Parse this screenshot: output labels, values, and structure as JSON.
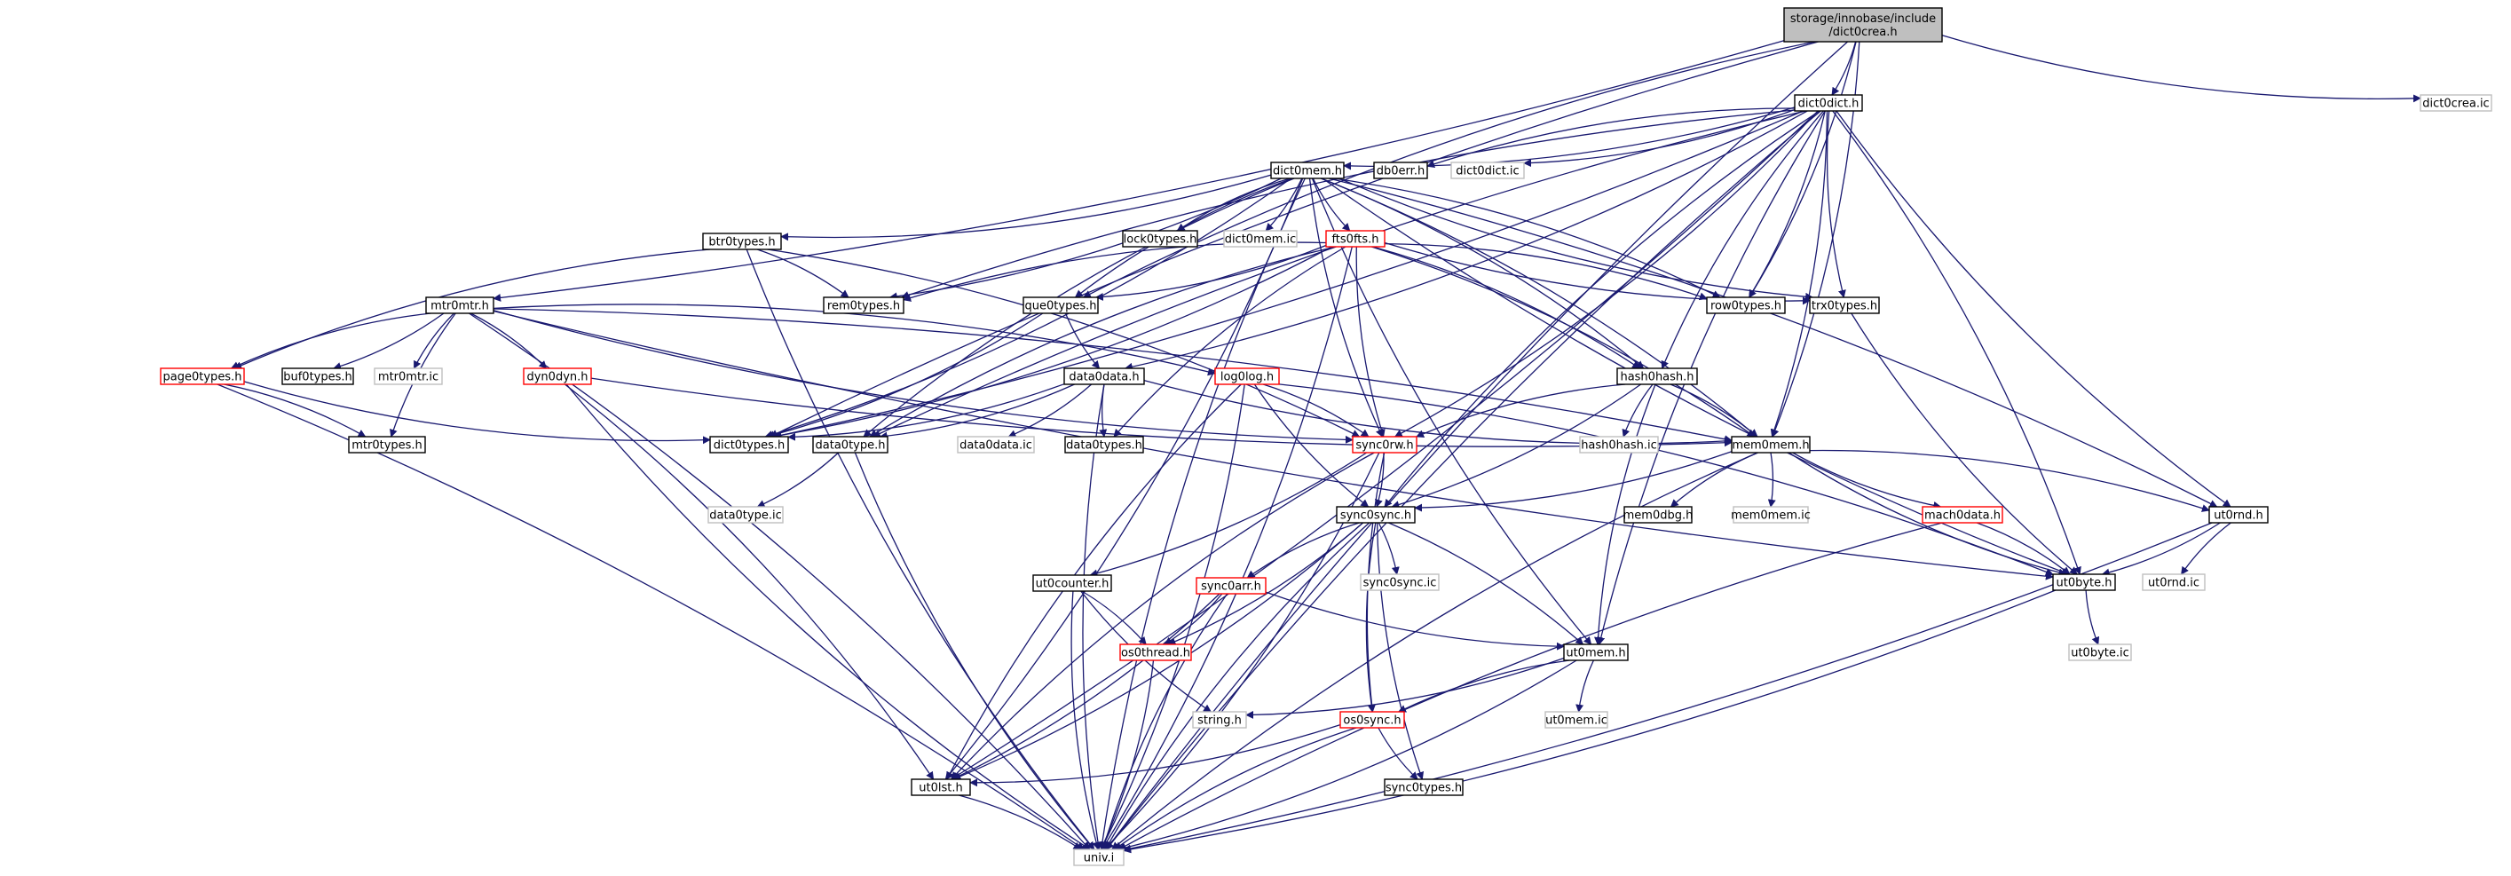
{
  "graph": {
    "colors": {
      "edge": "#191970",
      "border_normal": "#000000",
      "border_red": "#ff0000",
      "border_gray": "#bfbfbf",
      "root_fill": "#bfbfbf",
      "fill": "#ffffff"
    },
    "nodes": [
      {
        "id": "root",
        "label": [
          "storage/innobase/include",
          "/dict0crea.h"
        ],
        "style": "root"
      },
      {
        "id": "dict0dict",
        "label": "dict0dict.h",
        "style": "normal"
      },
      {
        "id": "dict0crea_ic",
        "label": "dict0crea.ic",
        "style": "gray"
      },
      {
        "id": "dict0mem",
        "label": "dict0mem.h",
        "style": "normal"
      },
      {
        "id": "db0err",
        "label": "db0err.h",
        "style": "normal"
      },
      {
        "id": "dict0dict_ic",
        "label": "dict0dict.ic",
        "style": "gray"
      },
      {
        "id": "btr0types",
        "label": "btr0types.h",
        "style": "normal"
      },
      {
        "id": "lock0types",
        "label": "lock0types.h",
        "style": "normal"
      },
      {
        "id": "dict0mem_ic",
        "label": "dict0mem.ic",
        "style": "gray"
      },
      {
        "id": "fts0fts",
        "label": "fts0fts.h",
        "style": "red"
      },
      {
        "id": "mtr0mtr",
        "label": "mtr0mtr.h",
        "style": "normal"
      },
      {
        "id": "rem0types",
        "label": "rem0types.h",
        "style": "normal"
      },
      {
        "id": "que0types",
        "label": "que0types.h",
        "style": "normal"
      },
      {
        "id": "row0types",
        "label": "row0types.h",
        "style": "normal"
      },
      {
        "id": "trx0types",
        "label": "trx0types.h",
        "style": "normal"
      },
      {
        "id": "page0types",
        "label": "page0types.h",
        "style": "red"
      },
      {
        "id": "buf0types",
        "label": "buf0types.h",
        "style": "normal"
      },
      {
        "id": "mtr0mtr_ic",
        "label": "mtr0mtr.ic",
        "style": "gray"
      },
      {
        "id": "dyn0dyn",
        "label": "dyn0dyn.h",
        "style": "red"
      },
      {
        "id": "data0data",
        "label": "data0data.h",
        "style": "normal"
      },
      {
        "id": "log0log",
        "label": "log0log.h",
        "style": "red"
      },
      {
        "id": "hash0hash",
        "label": "hash0hash.h",
        "style": "normal"
      },
      {
        "id": "mtr0types",
        "label": "mtr0types.h",
        "style": "normal"
      },
      {
        "id": "dict0types",
        "label": "dict0types.h",
        "style": "normal"
      },
      {
        "id": "data0type",
        "label": "data0type.h",
        "style": "normal"
      },
      {
        "id": "data0data_ic",
        "label": "data0data.ic",
        "style": "gray"
      },
      {
        "id": "data0types",
        "label": "data0types.h",
        "style": "normal"
      },
      {
        "id": "sync0rw",
        "label": "sync0rw.h",
        "style": "red"
      },
      {
        "id": "hash0hash_ic",
        "label": "hash0hash.ic",
        "style": "gray"
      },
      {
        "id": "mem0mem",
        "label": "mem0mem.h",
        "style": "normal"
      },
      {
        "id": "data0type_ic",
        "label": "data0type.ic",
        "style": "gray"
      },
      {
        "id": "sync0sync",
        "label": "sync0sync.h",
        "style": "normal"
      },
      {
        "id": "mem0dbg",
        "label": "mem0dbg.h",
        "style": "normal"
      },
      {
        "id": "mem0mem_ic",
        "label": "mem0mem.ic",
        "style": "gray"
      },
      {
        "id": "mach0data",
        "label": "mach0data.h",
        "style": "red"
      },
      {
        "id": "ut0rnd",
        "label": "ut0rnd.h",
        "style": "normal"
      },
      {
        "id": "sync0sync_ic",
        "label": "sync0sync.ic",
        "style": "gray"
      },
      {
        "id": "ut0byte",
        "label": "ut0byte.h",
        "style": "normal"
      },
      {
        "id": "ut0rnd_ic",
        "label": "ut0rnd.ic",
        "style": "gray"
      },
      {
        "id": "ut0counter",
        "label": "ut0counter.h",
        "style": "normal"
      },
      {
        "id": "sync0arr",
        "label": "sync0arr.h",
        "style": "red"
      },
      {
        "id": "os0thread",
        "label": "os0thread.h",
        "style": "red"
      },
      {
        "id": "ut0mem",
        "label": "ut0mem.h",
        "style": "normal"
      },
      {
        "id": "ut0byte_ic",
        "label": "ut0byte.ic",
        "style": "gray"
      },
      {
        "id": "string",
        "label": "string.h",
        "style": "gray"
      },
      {
        "id": "ut0mem_ic",
        "label": "ut0mem.ic",
        "style": "gray"
      },
      {
        "id": "os0sync",
        "label": "os0sync.h",
        "style": "red"
      },
      {
        "id": "ut0lst",
        "label": "ut0lst.h",
        "style": "normal"
      },
      {
        "id": "sync0types",
        "label": "sync0types.h",
        "style": "normal"
      },
      {
        "id": "univ",
        "label": "univ.i",
        "style": "gray"
      }
    ],
    "edges": [
      [
        "root",
        "dict0dict"
      ],
      [
        "root",
        "dict0crea_ic"
      ],
      [
        "root",
        "mtr0mtr"
      ],
      [
        "root",
        "que0types"
      ],
      [
        "root",
        "row0types"
      ],
      [
        "root",
        "dict0types"
      ],
      [
        "root",
        "mem0mem"
      ],
      [
        "root",
        "univ"
      ],
      [
        "dict0dict",
        "dict0mem"
      ],
      [
        "dict0dict",
        "db0err"
      ],
      [
        "dict0dict",
        "dict0dict_ic"
      ],
      [
        "dict0dict",
        "rem0types"
      ],
      [
        "dict0dict",
        "row0types"
      ],
      [
        "dict0dict",
        "trx0types"
      ],
      [
        "dict0dict",
        "data0data"
      ],
      [
        "dict0dict",
        "hash0hash"
      ],
      [
        "dict0dict",
        "sync0rw"
      ],
      [
        "dict0dict",
        "sync0sync"
      ],
      [
        "dict0dict",
        "mem0mem"
      ],
      [
        "dict0dict",
        "ut0rnd"
      ],
      [
        "dict0dict",
        "ut0byte"
      ],
      [
        "dict0dict",
        "ut0mem"
      ],
      [
        "dict0dict",
        "dict0types"
      ],
      [
        "dict0dict",
        "data0type"
      ],
      [
        "dict0dict",
        "ut0lst"
      ],
      [
        "dict0dict",
        "univ"
      ],
      [
        "dict0mem",
        "btr0types"
      ],
      [
        "dict0mem",
        "lock0types"
      ],
      [
        "dict0mem",
        "dict0mem_ic"
      ],
      [
        "dict0mem",
        "fts0fts"
      ],
      [
        "dict0mem",
        "rem0types"
      ],
      [
        "dict0mem",
        "que0types"
      ],
      [
        "dict0mem",
        "row0types"
      ],
      [
        "dict0mem",
        "trx0types"
      ],
      [
        "dict0mem",
        "hash0hash"
      ],
      [
        "dict0mem",
        "sync0rw"
      ],
      [
        "dict0mem",
        "mem0mem"
      ],
      [
        "dict0mem",
        "ut0byte"
      ],
      [
        "dict0mem",
        "ut0rnd"
      ],
      [
        "dict0mem",
        "ut0mem"
      ],
      [
        "dict0mem",
        "dict0types"
      ],
      [
        "dict0mem",
        "data0type"
      ],
      [
        "dict0mem",
        "ut0lst"
      ],
      [
        "dict0mem",
        "univ"
      ],
      [
        "btr0types",
        "rem0types"
      ],
      [
        "btr0types",
        "page0types"
      ],
      [
        "btr0types",
        "sync0rw"
      ],
      [
        "btr0types",
        "univ"
      ],
      [
        "fts0fts",
        "que0types"
      ],
      [
        "fts0fts",
        "rem0types"
      ],
      [
        "fts0fts",
        "row0types"
      ],
      [
        "fts0fts",
        "trx0types"
      ],
      [
        "fts0fts",
        "hash0hash"
      ],
      [
        "fts0fts",
        "data0types"
      ],
      [
        "fts0fts",
        "mem0mem"
      ],
      [
        "fts0fts",
        "sync0rw"
      ],
      [
        "fts0fts",
        "dict0types"
      ],
      [
        "fts0fts",
        "data0type"
      ],
      [
        "fts0fts",
        "univ"
      ],
      [
        "mtr0mtr",
        "page0types"
      ],
      [
        "mtr0mtr",
        "buf0types"
      ],
      [
        "mtr0mtr",
        "mtr0mtr_ic"
      ],
      [
        "mtr0mtr",
        "dyn0dyn"
      ],
      [
        "mtr0mtr",
        "mtr0types"
      ],
      [
        "mtr0mtr",
        "log0log"
      ],
      [
        "mtr0mtr",
        "sync0rw"
      ],
      [
        "mtr0mtr",
        "mem0mem"
      ],
      [
        "mtr0mtr",
        "ut0byte"
      ],
      [
        "mtr0mtr",
        "univ"
      ],
      [
        "que0types",
        "data0data"
      ],
      [
        "que0types",
        "dict0types"
      ],
      [
        "trx0types",
        "ut0byte"
      ],
      [
        "page0types",
        "mtr0types"
      ],
      [
        "page0types",
        "dict0types"
      ],
      [
        "page0types",
        "univ"
      ],
      [
        "dyn0dyn",
        "mem0mem"
      ],
      [
        "dyn0dyn",
        "ut0lst"
      ],
      [
        "dyn0dyn",
        "univ"
      ],
      [
        "data0data",
        "data0data_ic"
      ],
      [
        "data0data",
        "data0types"
      ],
      [
        "data0data",
        "data0type"
      ],
      [
        "data0data",
        "mem0mem"
      ],
      [
        "data0data",
        "dict0types"
      ],
      [
        "data0data",
        "univ"
      ],
      [
        "log0log",
        "sync0rw"
      ],
      [
        "log0log",
        "sync0sync"
      ],
      [
        "log0log",
        "ut0byte"
      ],
      [
        "log0log",
        "ut0lst"
      ],
      [
        "log0log",
        "univ"
      ],
      [
        "hash0hash",
        "hash0hash_ic"
      ],
      [
        "hash0hash",
        "mem0mem"
      ],
      [
        "hash0hash",
        "sync0rw"
      ],
      [
        "hash0hash",
        "sync0sync"
      ],
      [
        "hash0hash",
        "ut0mem"
      ],
      [
        "data0type",
        "data0type_ic"
      ],
      [
        "data0type",
        "univ"
      ],
      [
        "sync0rw",
        "sync0sync"
      ],
      [
        "sync0rw",
        "os0sync"
      ],
      [
        "sync0rw",
        "ut0counter"
      ],
      [
        "sync0rw",
        "ut0lst"
      ],
      [
        "sync0rw",
        "univ"
      ],
      [
        "mem0mem",
        "mem0dbg"
      ],
      [
        "mem0mem",
        "mem0mem_ic"
      ],
      [
        "mem0mem",
        "mach0data"
      ],
      [
        "mem0mem",
        "ut0rnd"
      ],
      [
        "mem0mem",
        "ut0byte"
      ],
      [
        "mem0mem",
        "sync0sync"
      ],
      [
        "mem0mem",
        "univ"
      ],
      [
        "sync0sync",
        "sync0sync_ic"
      ],
      [
        "sync0sync",
        "sync0arr"
      ],
      [
        "sync0sync",
        "os0thread"
      ],
      [
        "sync0sync",
        "os0sync"
      ],
      [
        "sync0sync",
        "ut0mem"
      ],
      [
        "sync0sync",
        "sync0types"
      ],
      [
        "sync0sync",
        "ut0lst"
      ],
      [
        "sync0sync",
        "univ"
      ],
      [
        "mach0data",
        "ut0byte"
      ],
      [
        "mach0data",
        "univ"
      ],
      [
        "ut0rnd",
        "ut0byte"
      ],
      [
        "ut0rnd",
        "ut0rnd_ic"
      ],
      [
        "ut0rnd",
        "univ"
      ],
      [
        "ut0byte",
        "ut0byte_ic"
      ],
      [
        "ut0byte",
        "univ"
      ],
      [
        "ut0counter",
        "string"
      ],
      [
        "ut0counter",
        "os0thread"
      ],
      [
        "ut0counter",
        "univ"
      ],
      [
        "sync0arr",
        "os0thread"
      ],
      [
        "sync0arr",
        "ut0mem"
      ],
      [
        "sync0arr",
        "ut0lst"
      ],
      [
        "sync0arr",
        "univ"
      ],
      [
        "os0thread",
        "univ"
      ],
      [
        "ut0mem",
        "ut0mem_ic"
      ],
      [
        "ut0mem",
        "string"
      ],
      [
        "ut0mem",
        "os0sync"
      ],
      [
        "ut0mem",
        "univ"
      ],
      [
        "os0sync",
        "sync0types"
      ],
      [
        "os0sync",
        "ut0lst"
      ],
      [
        "os0sync",
        "univ"
      ],
      [
        "ut0lst",
        "univ"
      ]
    ]
  }
}
